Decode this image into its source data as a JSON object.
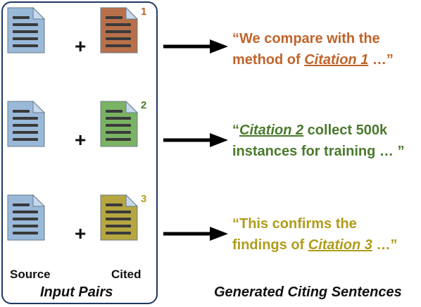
{
  "colors": {
    "source_fill": "#9ab9d9",
    "source_fold": "#c7d9ec",
    "c1_fill": "#b8704a",
    "c2_fill": "#7ab363",
    "c3_fill": "#b5a640",
    "c1_text": "#c0642b",
    "c2_text": "#4a7a2c",
    "c3_text": "#b09c1a",
    "border": "#1f3864",
    "line": "#3a3a3a"
  },
  "icons": {
    "document": "document-icon",
    "arrow": "right-arrow-icon"
  },
  "pairs": [
    {
      "number": "1",
      "plus": "+",
      "sentence_line1_pre": "“We compare with the",
      "sentence_line2_pre": "method of ",
      "citation": "Citation 1",
      "sentence_line2_post": " …”"
    },
    {
      "number": "2",
      "plus": "+",
      "sentence_line1_pre": "“",
      "citation": "Citation 2",
      "sentence_line1_post": " collect 500k",
      "sentence_line2": "instances for training … ”"
    },
    {
      "number": "3",
      "plus": "+",
      "sentence_line1_pre": "“This confirms the",
      "sentence_line2_pre": "findings of ",
      "citation": "Citation 3",
      "sentence_line2_post": " …”"
    }
  ],
  "labels": {
    "source": "Source",
    "cited": "Cited",
    "input_pairs": "Input Pairs",
    "generated": "Generated Citing Sentences"
  }
}
